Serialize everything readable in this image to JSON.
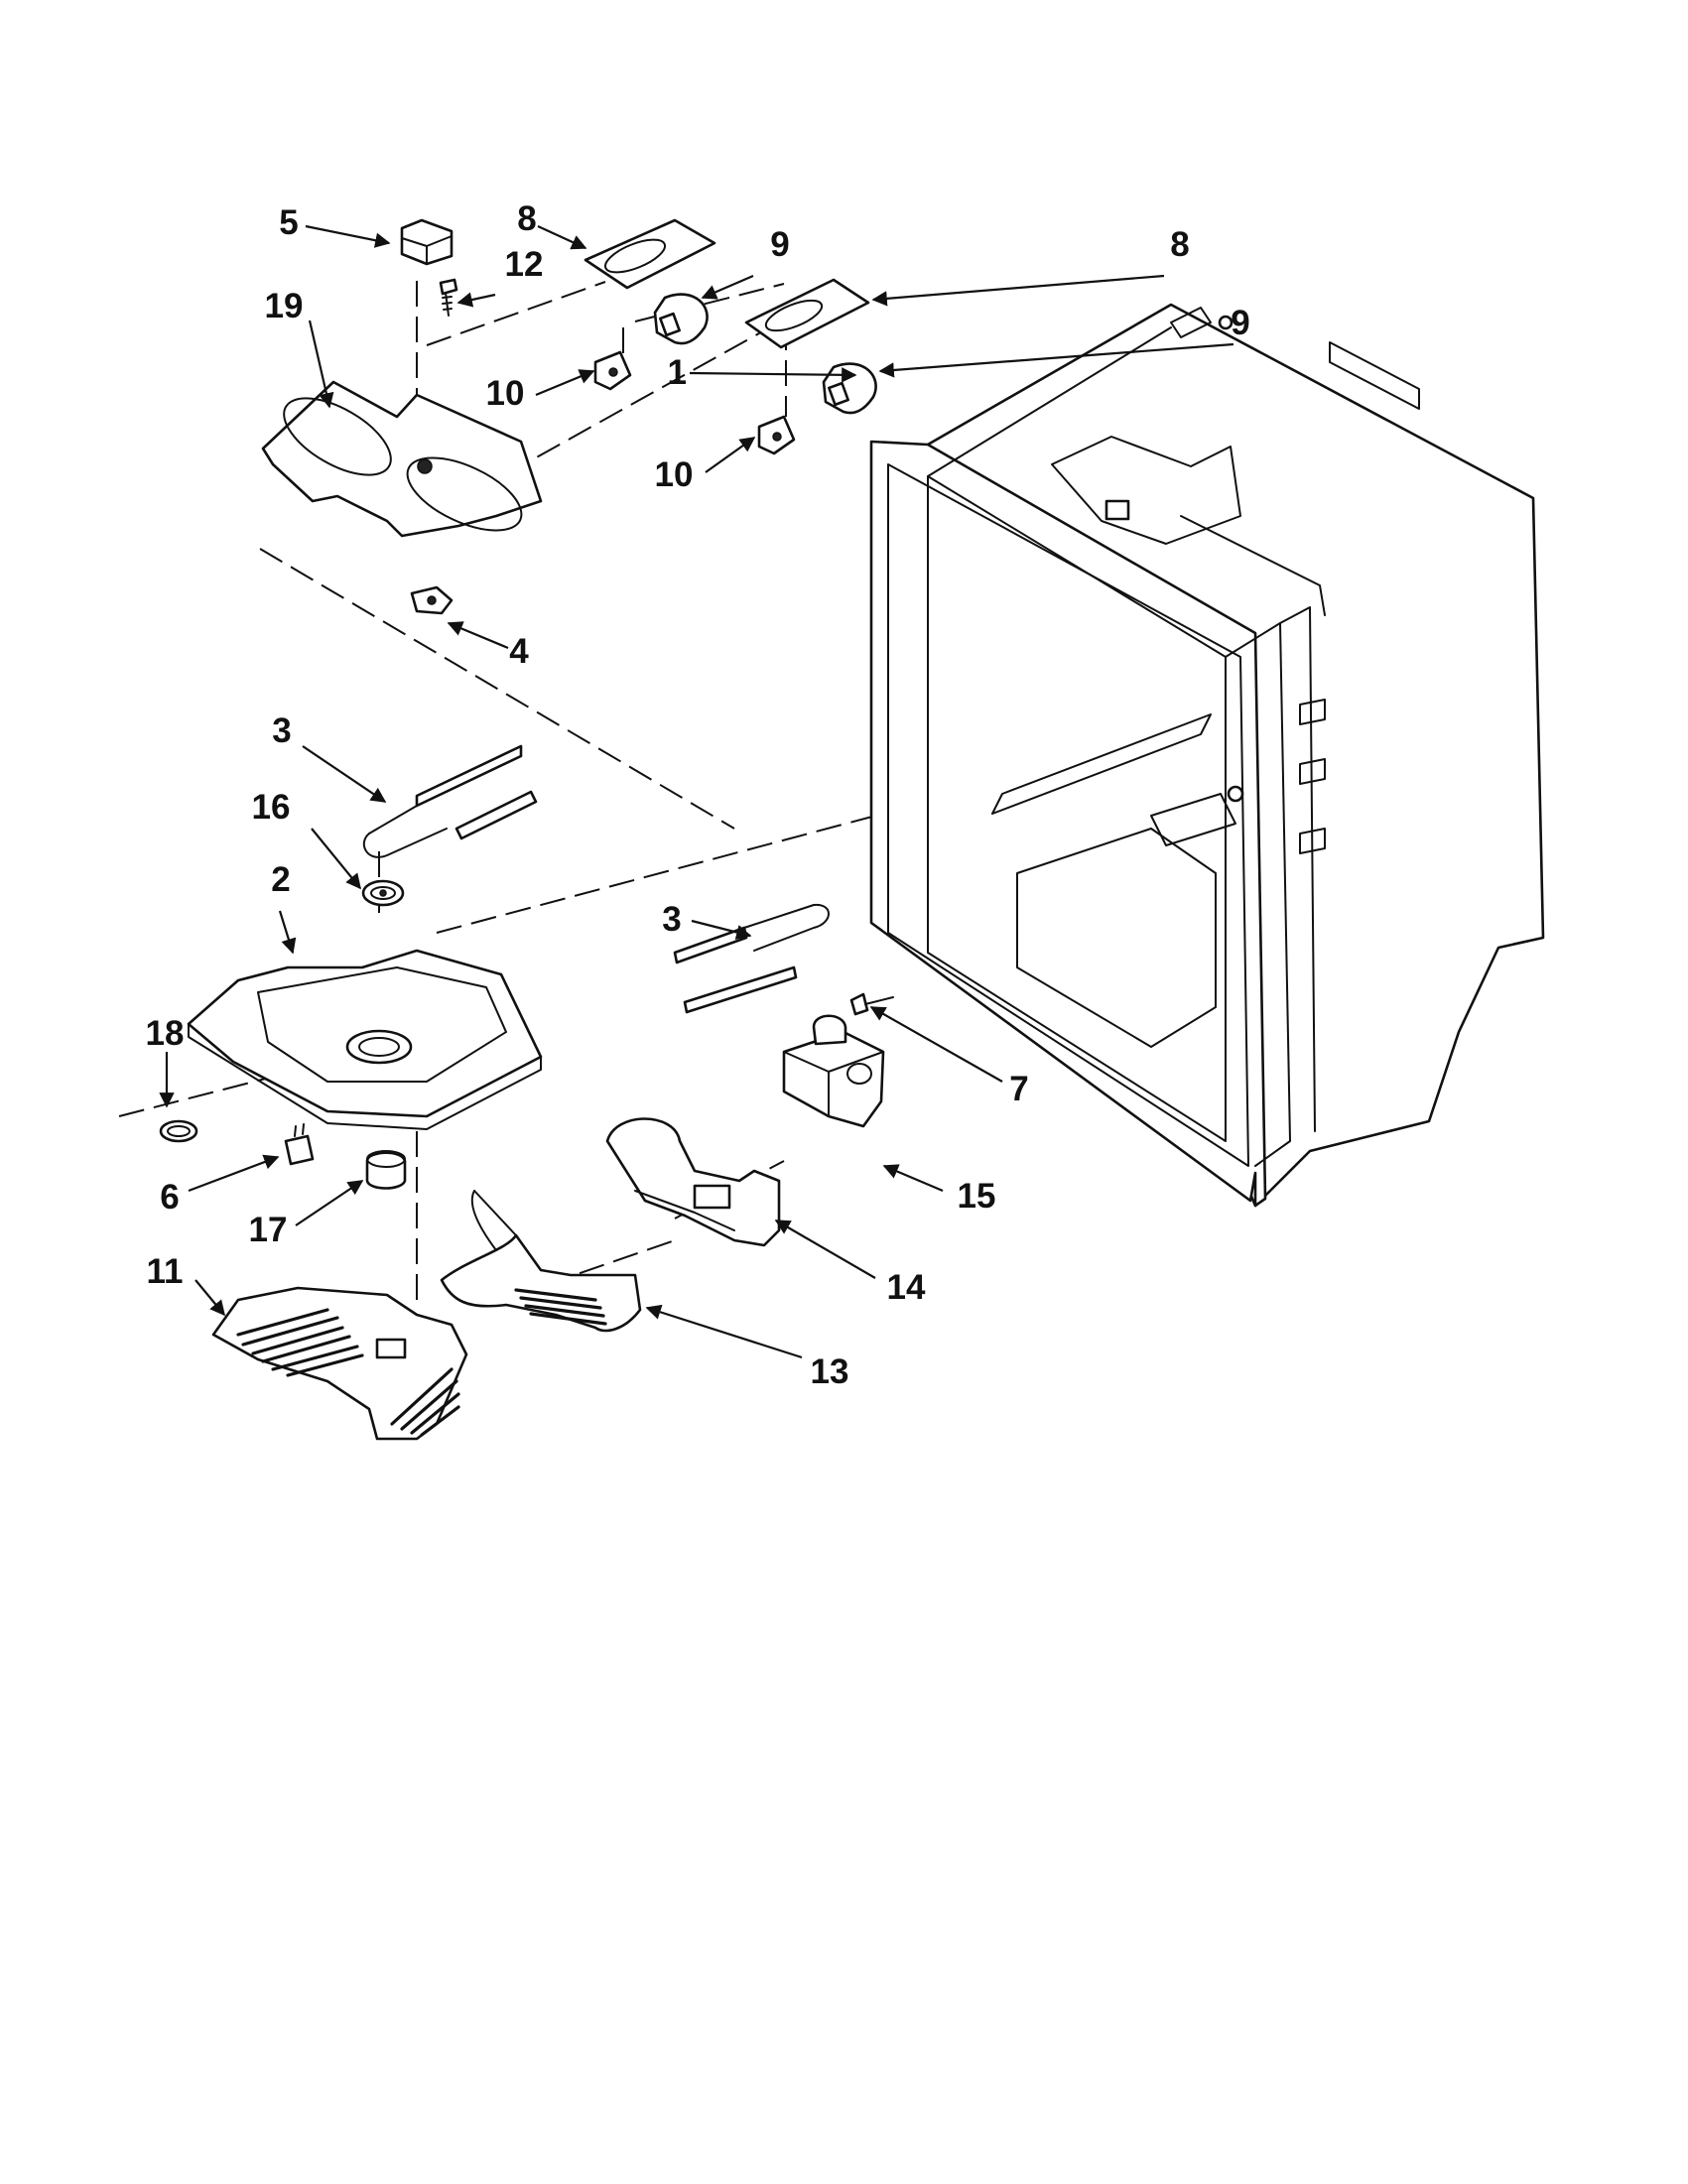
{
  "diagram": {
    "callouts": [
      {
        "id": "c1",
        "text": "1"
      },
      {
        "id": "c2",
        "text": "2"
      },
      {
        "id": "c3a",
        "text": "3"
      },
      {
        "id": "c3b",
        "text": "3"
      },
      {
        "id": "c4",
        "text": "4"
      },
      {
        "id": "c5",
        "text": "5"
      },
      {
        "id": "c6",
        "text": "6"
      },
      {
        "id": "c7",
        "text": "7"
      },
      {
        "id": "c8a",
        "text": "8"
      },
      {
        "id": "c8b",
        "text": "8"
      },
      {
        "id": "c9a",
        "text": "9"
      },
      {
        "id": "c9b",
        "text": "9"
      },
      {
        "id": "c10a",
        "text": "10"
      },
      {
        "id": "c10b",
        "text": "10"
      },
      {
        "id": "c11",
        "text": "11"
      },
      {
        "id": "c12",
        "text": "12"
      },
      {
        "id": "c13",
        "text": "13"
      },
      {
        "id": "c14",
        "text": "14"
      },
      {
        "id": "c15",
        "text": "15"
      },
      {
        "id": "c16",
        "text": "16"
      },
      {
        "id": "c17",
        "text": "17"
      },
      {
        "id": "c18",
        "text": "18"
      },
      {
        "id": "c19",
        "text": "19"
      }
    ]
  }
}
